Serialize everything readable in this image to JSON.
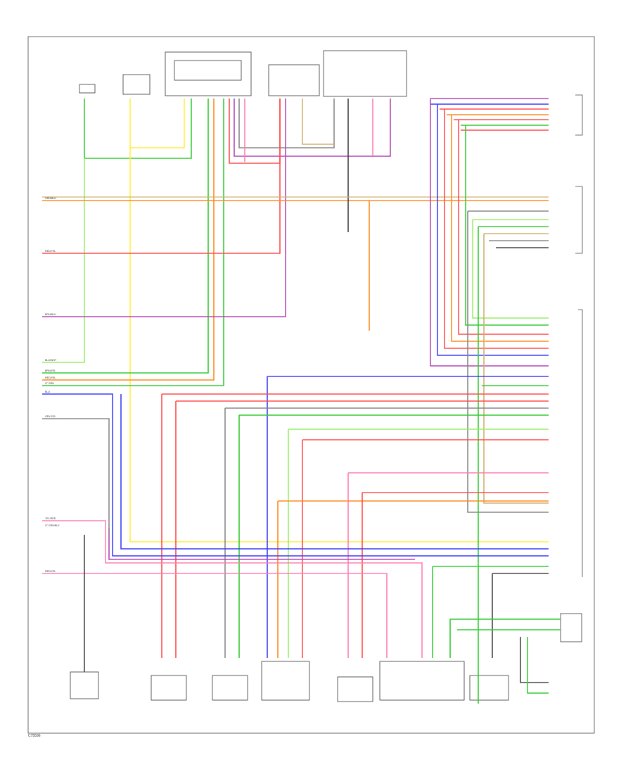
{
  "diagram": {
    "footer_code": "C75596",
    "wire_colors": {
      "orange": "#ff8a1c",
      "red": "#ff4d4d",
      "pink": "#ff7eb3",
      "blue": "#3c3cff",
      "violet": "#b347b3",
      "green": "#33cc33",
      "light_green": "#99ee66",
      "yellow": "#ffee44",
      "gray": "#888888",
      "dark": "#444444",
      "tan": "#d0b070"
    },
    "connector_labels": [
      "ORN/BLU",
      "RED/YEL",
      "BRN/BLU",
      "BLU/WHT",
      "BRN/YEL",
      "RED/YEL",
      "LT GRN",
      "BLU",
      "GRY/YEL",
      "YEL/RED",
      "LT GRN/BLK",
      "RED/YEL"
    ]
  }
}
